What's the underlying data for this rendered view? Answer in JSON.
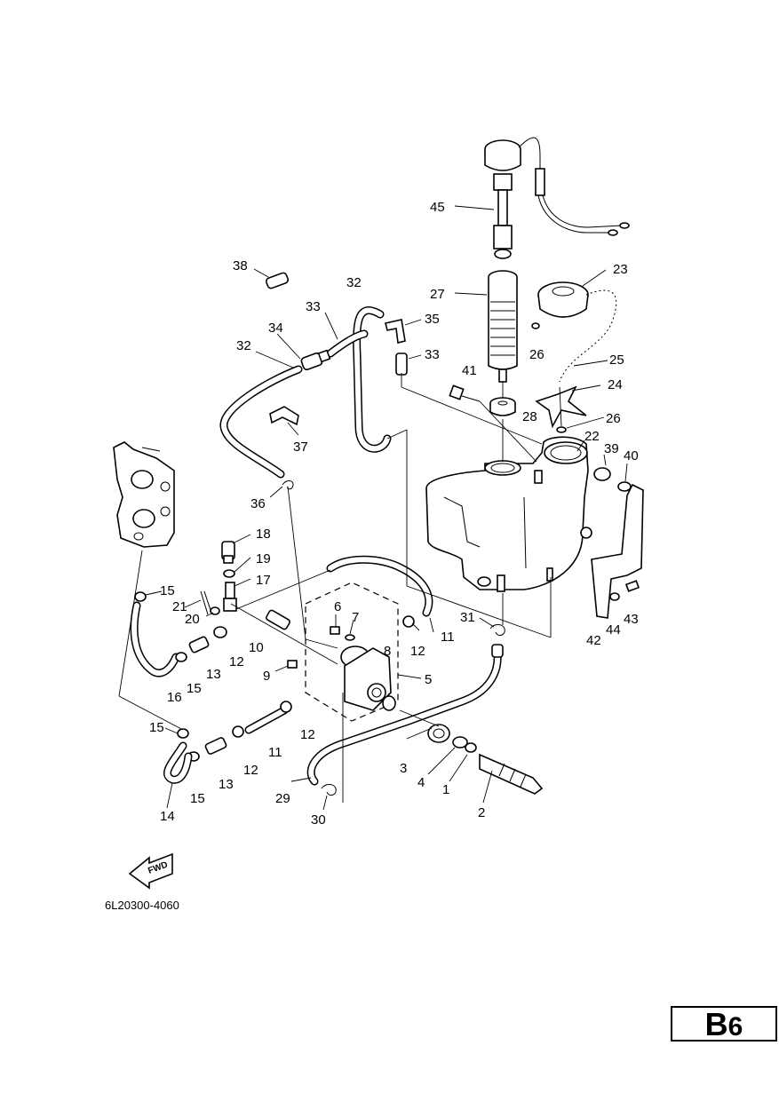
{
  "diagram": {
    "callouts": [
      {
        "id": "c45",
        "text": "45"
      },
      {
        "id": "c38",
        "text": "38"
      },
      {
        "id": "c32a",
        "text": "32"
      },
      {
        "id": "c27",
        "text": "27"
      },
      {
        "id": "c23",
        "text": "23"
      },
      {
        "id": "c33a",
        "text": "33"
      },
      {
        "id": "c35",
        "text": "35"
      },
      {
        "id": "c26a",
        "text": "26"
      },
      {
        "id": "c34",
        "text": "34"
      },
      {
        "id": "c32b",
        "text": "32"
      },
      {
        "id": "c33b",
        "text": "33"
      },
      {
        "id": "c25",
        "text": "25"
      },
      {
        "id": "c41",
        "text": "41"
      },
      {
        "id": "c24",
        "text": "24"
      },
      {
        "id": "c28",
        "text": "28"
      },
      {
        "id": "c26b",
        "text": "26"
      },
      {
        "id": "c37",
        "text": "37"
      },
      {
        "id": "c22",
        "text": "22"
      },
      {
        "id": "c39",
        "text": "39"
      },
      {
        "id": "c40",
        "text": "40"
      },
      {
        "id": "c36",
        "text": "36"
      },
      {
        "id": "c18",
        "text": "18"
      },
      {
        "id": "c19",
        "text": "19"
      },
      {
        "id": "c17",
        "text": "17"
      },
      {
        "id": "c15a",
        "text": "15"
      },
      {
        "id": "c21",
        "text": "21"
      },
      {
        "id": "c20",
        "text": "20"
      },
      {
        "id": "c6",
        "text": "6"
      },
      {
        "id": "c7",
        "text": "7"
      },
      {
        "id": "c31",
        "text": "31"
      },
      {
        "id": "c43",
        "text": "43"
      },
      {
        "id": "c44",
        "text": "44"
      },
      {
        "id": "c42",
        "text": "42"
      },
      {
        "id": "c11a",
        "text": "11"
      },
      {
        "id": "c12a",
        "text": "12"
      },
      {
        "id": "c10",
        "text": "10"
      },
      {
        "id": "c12b",
        "text": "12"
      },
      {
        "id": "c8",
        "text": "8"
      },
      {
        "id": "c13a",
        "text": "13"
      },
      {
        "id": "c15b",
        "text": "15"
      },
      {
        "id": "c9",
        "text": "9"
      },
      {
        "id": "c5",
        "text": "5"
      },
      {
        "id": "c16",
        "text": "16"
      },
      {
        "id": "c15c",
        "text": "15"
      },
      {
        "id": "c12c",
        "text": "12"
      },
      {
        "id": "c11b",
        "text": "11"
      },
      {
        "id": "c3",
        "text": "3"
      },
      {
        "id": "c12d",
        "text": "12"
      },
      {
        "id": "c4",
        "text": "4"
      },
      {
        "id": "c1",
        "text": "1"
      },
      {
        "id": "c13b",
        "text": "13"
      },
      {
        "id": "c15d",
        "text": "15"
      },
      {
        "id": "c29",
        "text": "29"
      },
      {
        "id": "c2",
        "text": "2"
      },
      {
        "id": "c14",
        "text": "14"
      },
      {
        "id": "c30",
        "text": "30"
      }
    ],
    "fwd_label": "FWD",
    "drawing_code": "6L20300-4060",
    "page_letter": "B",
    "page_number": "6"
  }
}
